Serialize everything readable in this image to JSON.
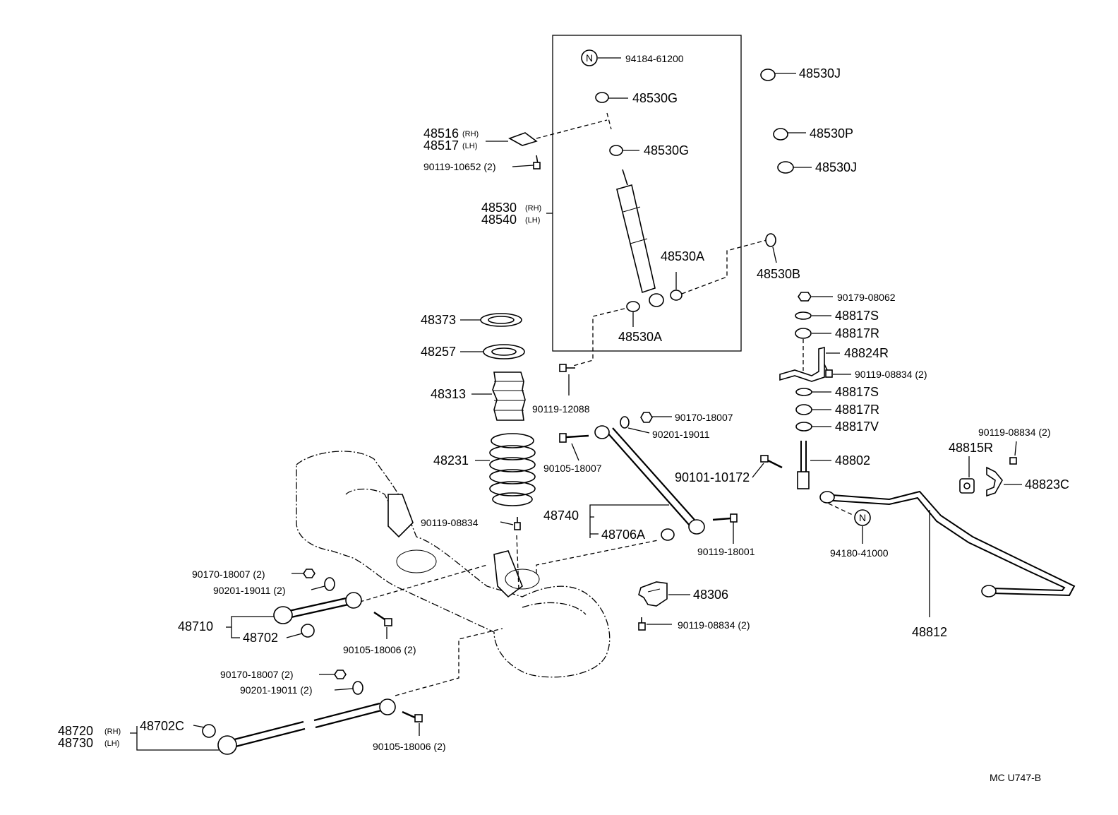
{
  "labels": {
    "p94184_61200": "94184-61200",
    "p48530G_a": "48530G",
    "p48530G_b": "48530G",
    "p48530J_a": "48530J",
    "p48530P": "48530P",
    "p48530J_b": "48530J",
    "p48516": "48516",
    "p48517": "48517",
    "rh_a": "(RH)",
    "lh_a": "(LH)",
    "p90119_10652": "90119-10652 (2)",
    "p48530": "48530",
    "p48540": "48540",
    "rh_b": "(RH)",
    "lh_b": "(LH)",
    "p48530A_a": "48530A",
    "p48530A_b": "48530A",
    "p48530B": "48530B",
    "p48373": "48373",
    "p48257": "48257",
    "p48313": "48313",
    "p48231": "48231",
    "p90119_12088": "90119-12088",
    "p90170_18007_a": "90170-18007",
    "p90201_19011_a": "90201-19011",
    "p90105_18007": "90105-18007",
    "p90101_10172": "90101-10172",
    "p90179_08062": "90179-08062",
    "p48817S_a": "48817S",
    "p48817R_a": "48817R",
    "p48824R": "48824R",
    "p90119_08834_a": "90119-08834 (2)",
    "p48817S_b": "48817S",
    "p48817R_b": "48817R",
    "p48817V": "48817V",
    "p48802": "48802",
    "p90119_08834_b": "90119-08834 (2)",
    "p48815R": "48815R",
    "p48823C": "48823C",
    "p94180_41000": "94180-41000",
    "p48812": "48812",
    "p90119_08834_c": "90119-08834",
    "p48740": "48740",
    "p48706A": "48706A",
    "p90119_18001": "90119-18001",
    "p48306": "48306",
    "p90119_08834_d": "90119-08834 (2)",
    "p90170_18007_b": "90170-18007 (2)",
    "p90201_19011_b": "90201-19011 (2)",
    "p48710": "48710",
    "p48702": "48702",
    "p90105_18006_a": "90105-18006 (2)",
    "p90170_18007_c": "90170-18007 (2)",
    "p90201_19011_c": "90201-19011 (2)",
    "p48720": "48720",
    "p48730": "48730",
    "rh_c": "(RH)",
    "lh_c": "(LH)",
    "p48702C": "48702C",
    "p90105_18006_b": "90105-18006 (2)",
    "ref_code": "MC  U747-B",
    "nmark_a": "N",
    "nmark_b": "N"
  }
}
